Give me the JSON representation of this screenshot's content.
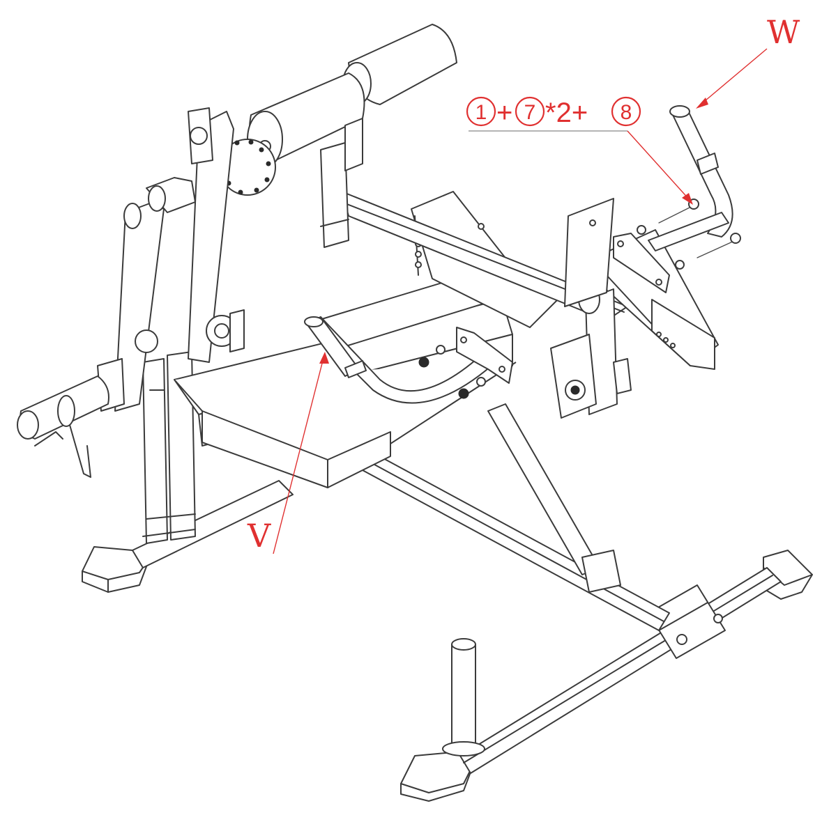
{
  "labels": {
    "part_w": "W",
    "part_v": "V"
  },
  "formula": {
    "parts": [
      {
        "kind": "circled",
        "text": "1"
      },
      {
        "kind": "op",
        "text": "+"
      },
      {
        "kind": "circled",
        "text": "7"
      },
      {
        "kind": "op",
        "text": "*2+"
      },
      {
        "kind": "circled",
        "text": "8"
      }
    ]
  },
  "colors": {
    "annotation": "#e03030",
    "line": "#3a3a3a",
    "background": "#ffffff"
  }
}
